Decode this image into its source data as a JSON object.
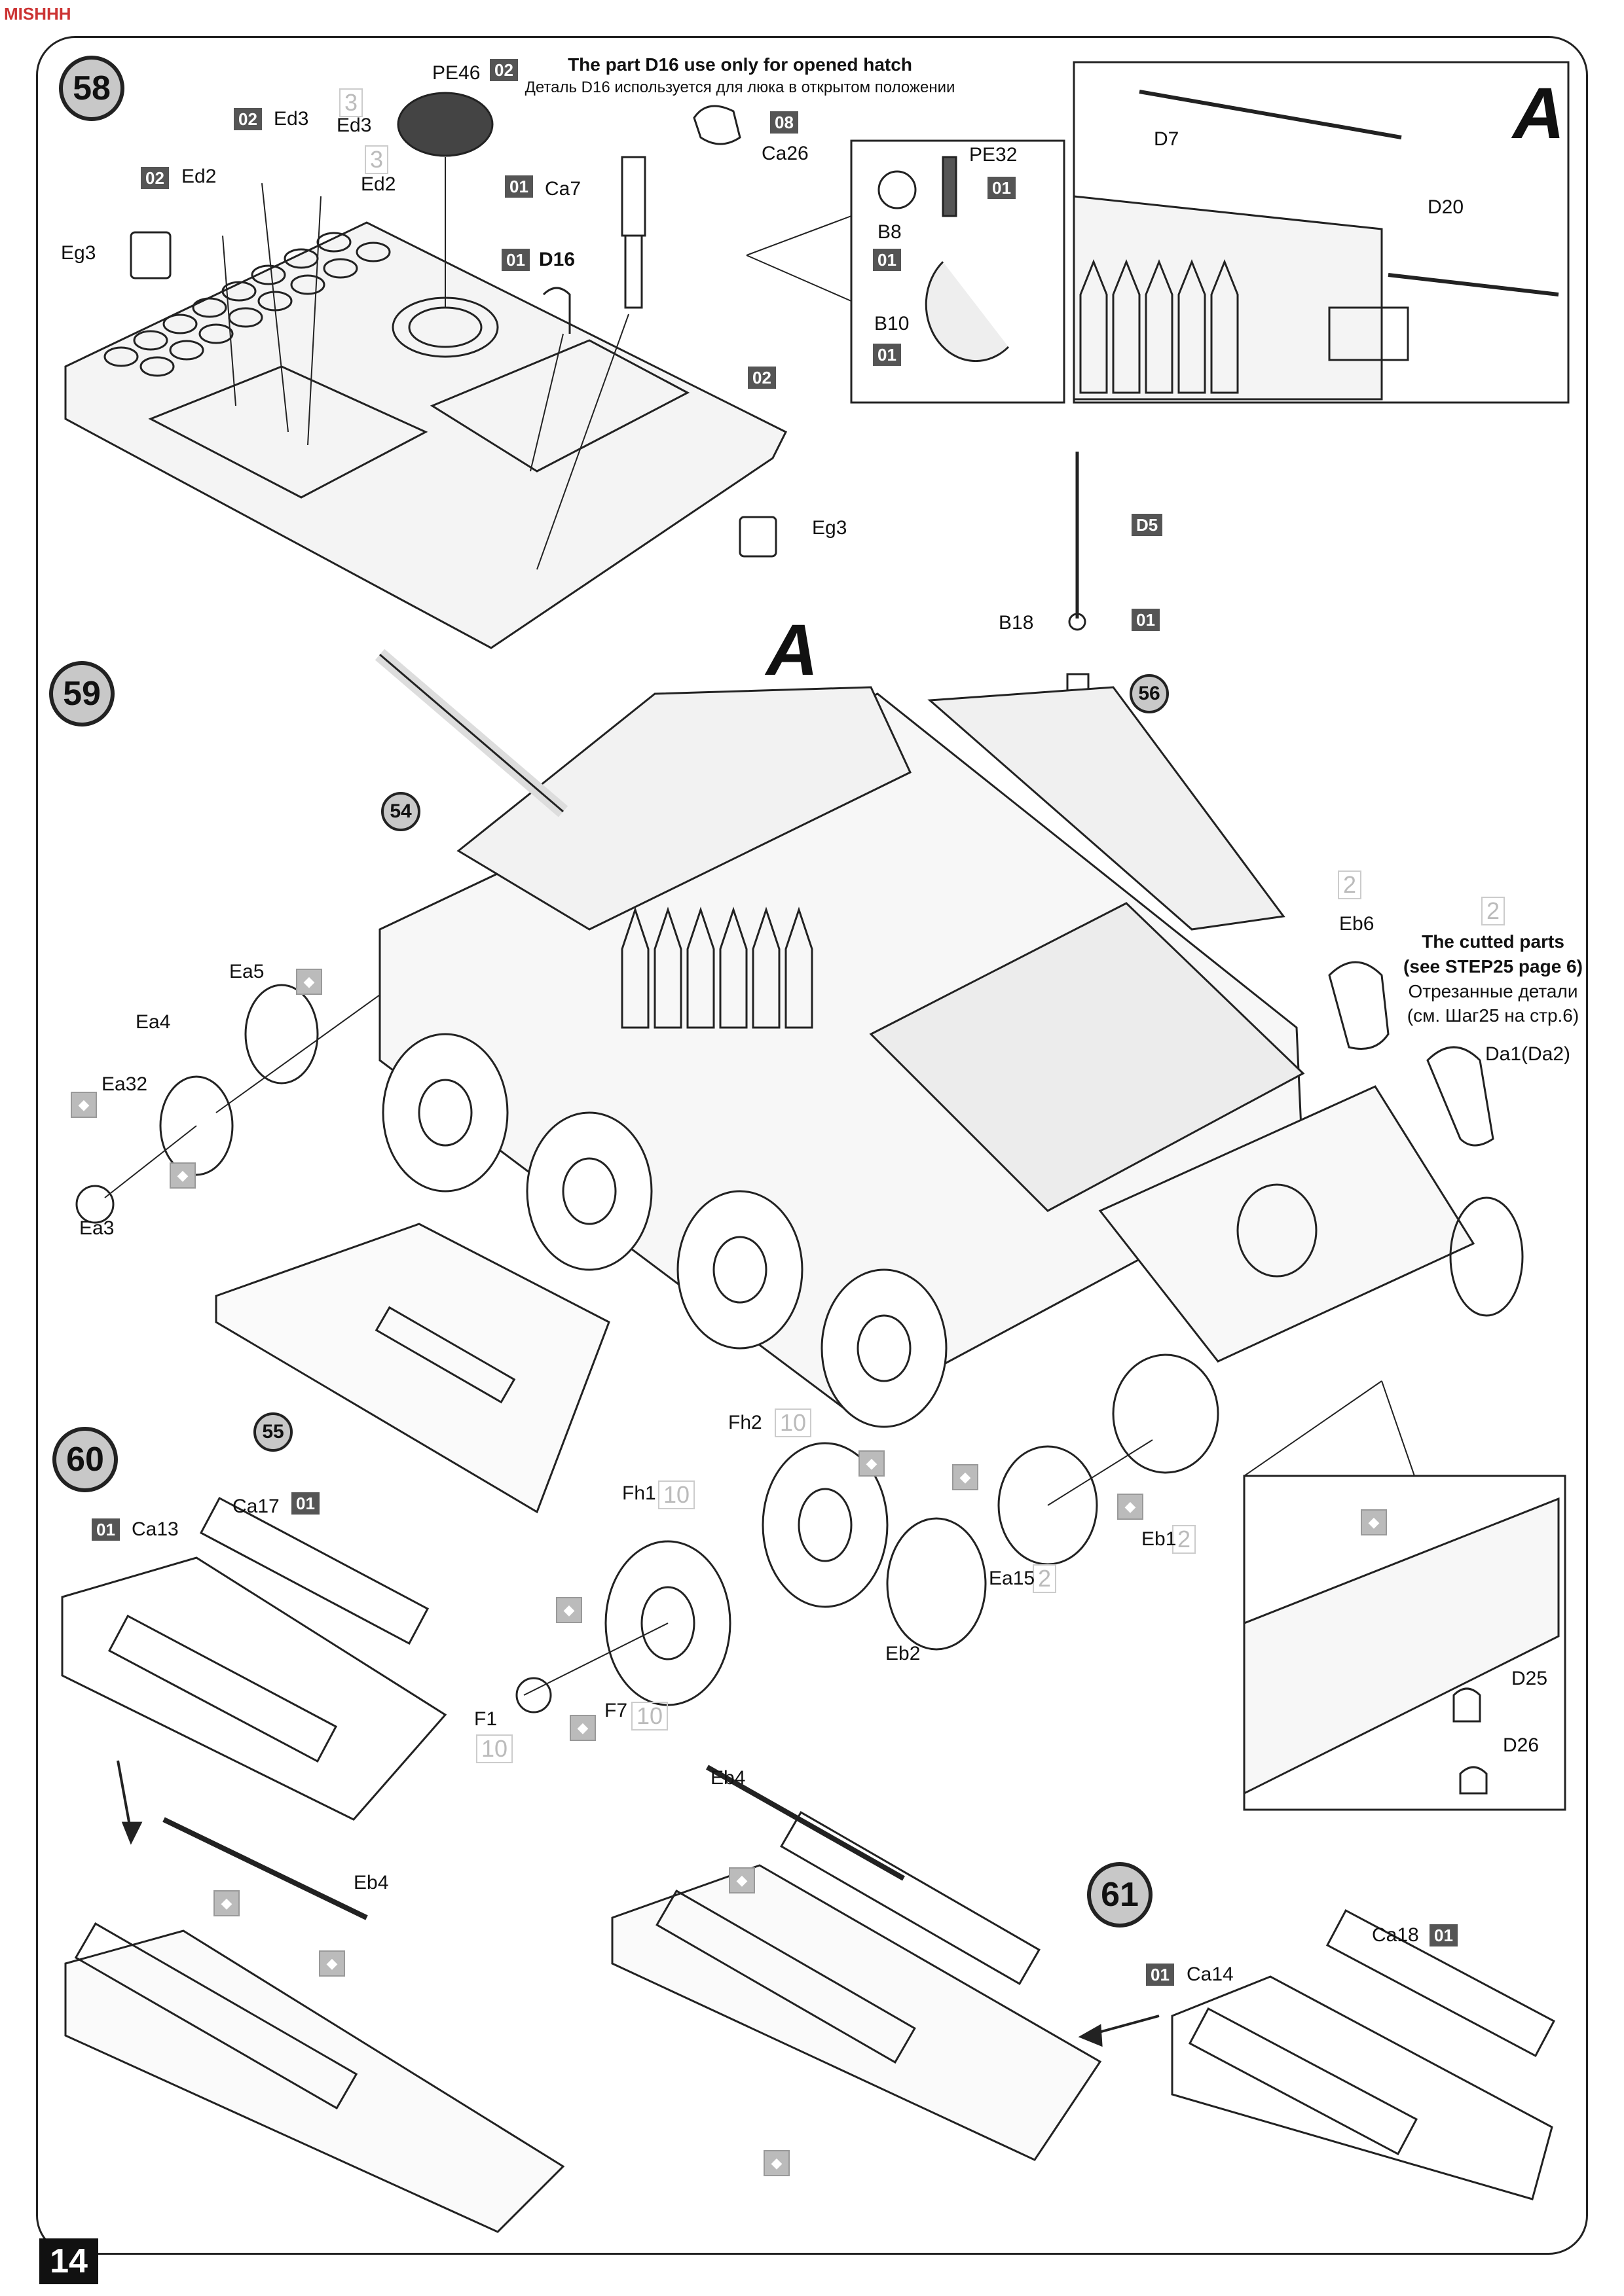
{
  "brand_mark": "MISHHH",
  "page_number": "14",
  "note_top": {
    "en": "The part D16 use only for opened hatch",
    "ru": "Деталь D16 используется для люка в открытом положении"
  },
  "note_cut": {
    "en1": "The cutted parts",
    "en2": "(see STEP25 page 6)",
    "ru1": "Отрезанные детали",
    "ru2": "(см. Шаг25 на стр.6)"
  },
  "detail_letter": "A",
  "steps": [
    "58",
    "59",
    "60",
    "61"
  ],
  "refs": [
    "54",
    "55",
    "56"
  ],
  "sprues": {
    "s01": "01",
    "s02": "02",
    "s08": "08",
    "d5": "D5"
  },
  "qty": {
    "q3": "3",
    "q2": "2",
    "q10": "10"
  },
  "parts": {
    "pe46": "PE46",
    "ed3": "Ed3",
    "ed2": "Ed2",
    "eg3": "Eg3",
    "ca7": "Ca7",
    "ca26": "Ca26",
    "d16": "D16",
    "pe32": "PE32",
    "b8": "B8",
    "b10": "B10",
    "d7": "D7",
    "d20": "D20",
    "b18": "B18",
    "eb6": "Eb6",
    "ea5": "Ea5",
    "ea4": "Ea4",
    "ea32": "Ea32",
    "ea3": "Ea3",
    "da1": "Da1(Da2)",
    "fh2": "Fh2",
    "fh1": "Fh1",
    "eb1": "Eb1",
    "ea15": "Ea15",
    "eb2": "Eb2",
    "f1": "F1",
    "f7": "F7",
    "d25": "D25",
    "d26": "D26",
    "ca13": "Ca13",
    "ca17": "Ca17",
    "eb4": "Eb4",
    "ca14": "Ca14",
    "ca18": "Ca18"
  }
}
